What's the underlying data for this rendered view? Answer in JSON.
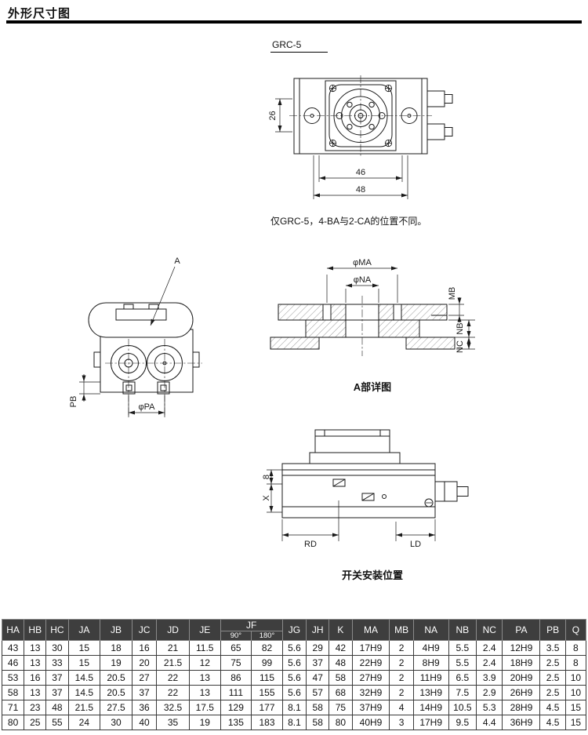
{
  "page": {
    "title": "外形尺寸图"
  },
  "view_top": {
    "label": "GRC-5",
    "dims": {
      "d26": "26",
      "d46": "46",
      "d48": "48"
    },
    "note": "仅GRC-5，4-BA与2-CA的位置不同。"
  },
  "view_front": {
    "label_a": "A",
    "dims": {
      "pb": "PB",
      "pa": "φPA"
    }
  },
  "view_detail": {
    "dims": {
      "ma": "φMA",
      "na": "φNA",
      "mb": "MB",
      "nb": "NB",
      "nc": "NC"
    },
    "caption": "A部详图"
  },
  "view_side": {
    "dims": {
      "d8": "8",
      "x": "X",
      "rd": "RD",
      "ld": "LD"
    },
    "caption": "开关安装位置"
  },
  "table": {
    "headers": [
      "HA",
      "HB",
      "HC",
      "JA",
      "JB",
      "JC",
      "JD",
      "JE"
    ],
    "jf_header": "JF",
    "jf_sub": [
      "90°",
      "180°"
    ],
    "headers_after": [
      "JG",
      "JH",
      "K",
      "MA",
      "MB",
      "NA",
      "NB",
      "NC",
      "PA",
      "PB",
      "Q"
    ],
    "rows": [
      [
        "43",
        "13",
        "30",
        "15",
        "18",
        "16",
        "21",
        "11.5",
        "65",
        "82",
        "5.6",
        "29",
        "42",
        "17H9",
        "2",
        "4H9",
        "5.5",
        "2.4",
        "12H9",
        "3.5",
        "8"
      ],
      [
        "46",
        "13",
        "33",
        "15",
        "19",
        "20",
        "21.5",
        "12",
        "75",
        "99",
        "5.6",
        "37",
        "48",
        "22H9",
        "2",
        "8H9",
        "5.5",
        "2.4",
        "18H9",
        "2.5",
        "8"
      ],
      [
        "53",
        "16",
        "37",
        "14.5",
        "20.5",
        "27",
        "22",
        "13",
        "86",
        "115",
        "5.6",
        "47",
        "58",
        "27H9",
        "2",
        "11H9",
        "6.5",
        "3.9",
        "20H9",
        "2.5",
        "10"
      ],
      [
        "58",
        "13",
        "37",
        "14.5",
        "20.5",
        "37",
        "22",
        "13",
        "111",
        "155",
        "5.6",
        "57",
        "68",
        "32H9",
        "2",
        "13H9",
        "7.5",
        "2.9",
        "26H9",
        "2.5",
        "10"
      ],
      [
        "71",
        "23",
        "48",
        "21.5",
        "27.5",
        "36",
        "32.5",
        "17.5",
        "129",
        "177",
        "8.1",
        "58",
        "75",
        "37H9",
        "4",
        "14H9",
        "10.5",
        "5.3",
        "28H9",
        "4.5",
        "15"
      ],
      [
        "80",
        "25",
        "55",
        "24",
        "30",
        "40",
        "35",
        "19",
        "135",
        "183",
        "8.1",
        "58",
        "80",
        "40H9",
        "3",
        "17H9",
        "9.5",
        "4.4",
        "36H9",
        "4.5",
        "15"
      ]
    ]
  },
  "colors": {
    "header_bg": "#3e3e3e",
    "header_fg": "#ffffff",
    "line": "#1a1a1a"
  }
}
